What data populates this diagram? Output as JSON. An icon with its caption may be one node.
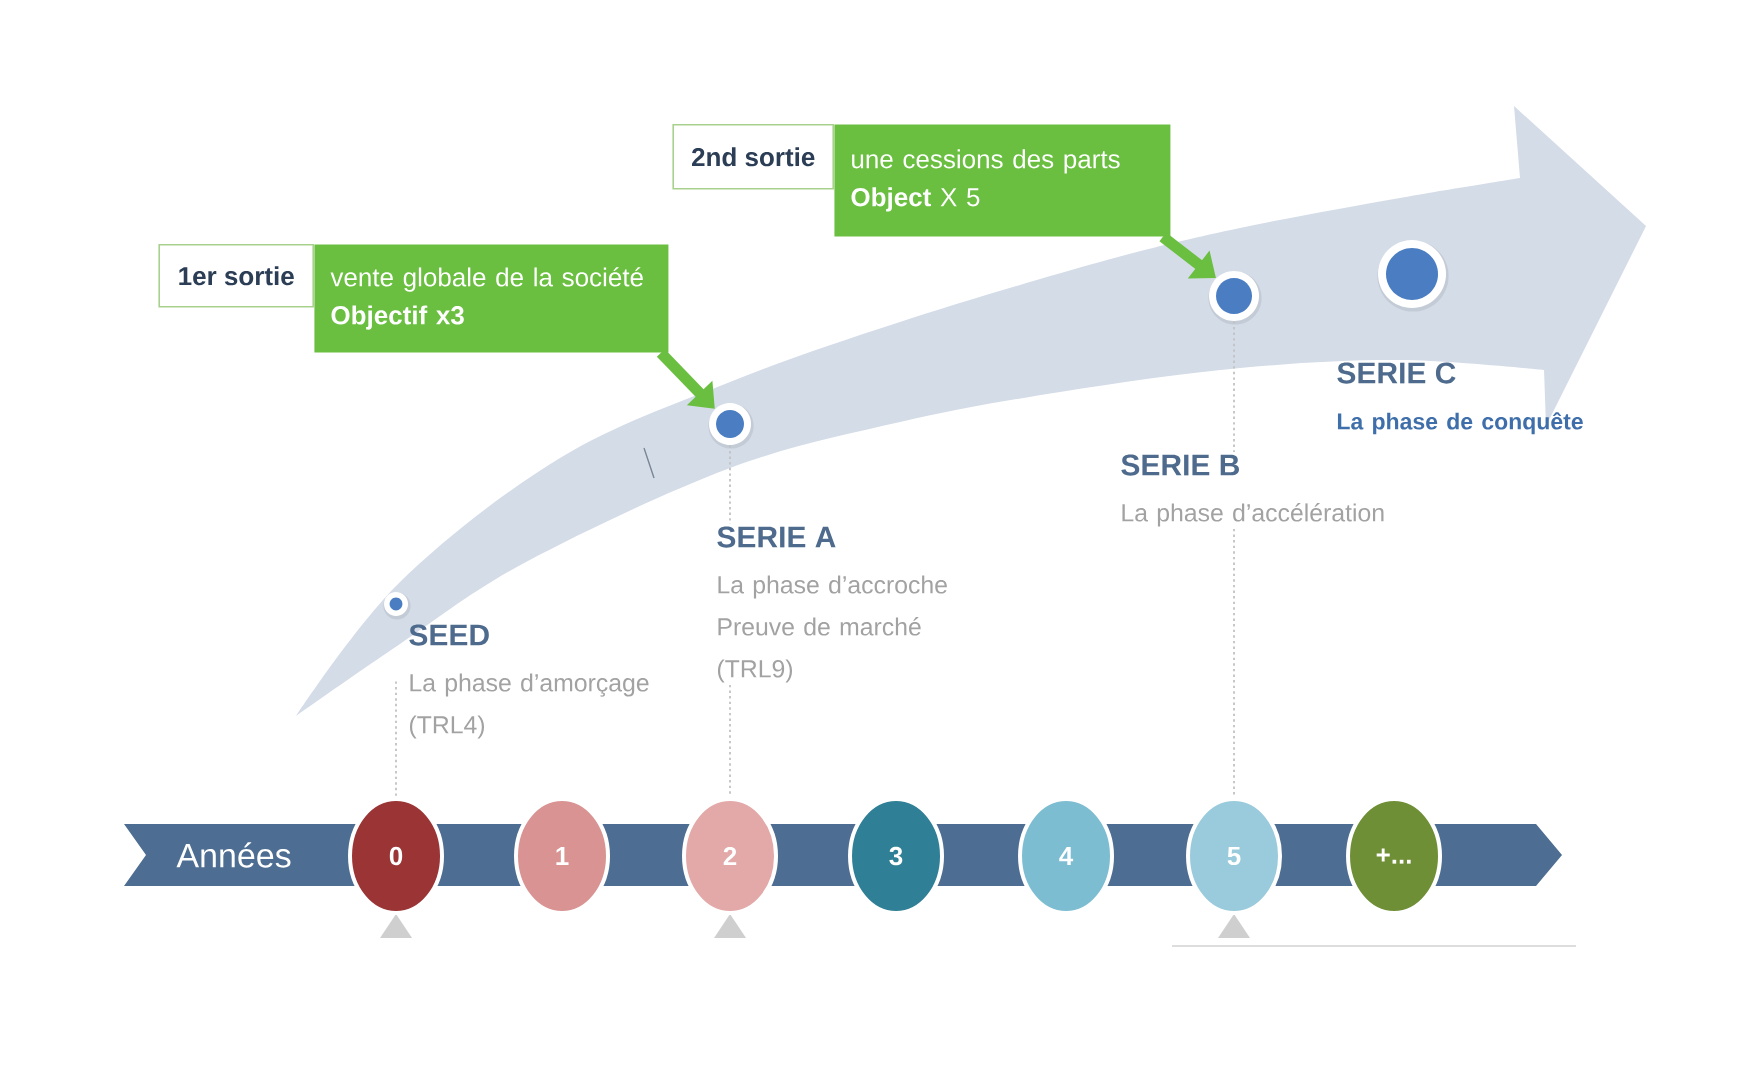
{
  "diagram": {
    "nodes": [
      {
        "text": [
          "1er sortie"
        ]
      },
      {
        "text": [
          "vente globale de la société",
          "Objectif x3"
        ]
      },
      {
        "text": [
          "2nd sortie"
        ]
      },
      {
        "text": [
          "une cessions des parts",
          "**Object** X 5"
        ]
      },
      {
        "text": [],
        "shape": "circle"
      },
      {
        "text": [],
        "shape": "circle"
      },
      {
        "text": [],
        "shape": "circle"
      },
      {
        "text": [],
        "shape": "circle"
      },
      {
        "text": [
          "SEED",
          "La phase d’amorçage (TRL4)"
        ]
      },
      {
        "text": [
          "SERIE A",
          "La phase d’accroche",
          "Preuve de marché (TRL9)"
        ]
      },
      {
        "text": [
          "SERIE B",
          "La phase d’accélération"
        ]
      },
      {
        "text": [
          "SERIE C",
          "La phase de conquête"
        ]
      },
      {
        "text": [
          "Années"
        ]
      },
      {
        "text": [
          "0"
        ]
      },
      {
        "text": [
          "1"
        ]
      },
      {
        "text": [
          "2"
        ]
      },
      {
        "text": [
          "3"
        ]
      },
      {
        "text": [
          "4"
        ]
      },
      {
        "text": [
          "5"
        ]
      },
      {
        "text": [
          "+..."
        ]
      }
    ],
    "edges": [
      {
        "from": 1,
        "to": 5,
        "arrow": "to",
        "style": "thick",
        "color": "#6abf40"
      },
      {
        "from": 3,
        "to": 6,
        "arrow": "to",
        "style": "thick",
        "color": "#6abf40"
      },
      {
        "from": 8,
        "to": 13,
        "arrow": "none",
        "style": "dashed"
      },
      {
        "from": 5,
        "to": 9,
        "arrow": "none",
        "style": "dashed"
      },
      {
        "from": 9,
        "to": 15,
        "arrow": "none",
        "style": "dashed"
      },
      {
        "from": 6,
        "to": 10,
        "arrow": "none",
        "style": "dashed"
      },
      {
        "from": 10,
        "to": 18,
        "arrow": "none",
        "style": "dashed"
      }
    ]
  }
}
